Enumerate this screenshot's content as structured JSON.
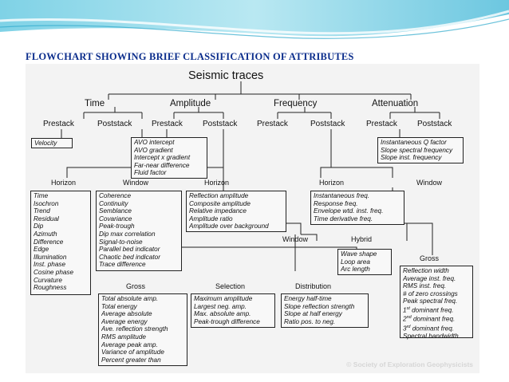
{
  "slide_title": "FLOWCHART SHOWING BRIEF CLASSIFICATION OF ATTRIBUTES",
  "root": "Seismic traces",
  "categories": [
    "Time",
    "Amplitude",
    "Frequency",
    "Attenuation"
  ],
  "split": {
    "prestack": "Prestack",
    "poststack": "Poststack"
  },
  "labels": {
    "horizon": "Horizon",
    "window": "Window",
    "hybrid": "Hybrid",
    "gross": "Gross",
    "selection": "Selection",
    "distribution": "Distribution"
  },
  "boxes": {
    "time_pre": [
      "Velocity"
    ],
    "amp_pre": [
      "AVO intercept",
      "AVO gradient",
      "Intercept x gradient",
      "Far-near difference",
      "Fluid factor"
    ],
    "att_post": [
      "Instantaneous Q factor",
      "Slope spectral frequency",
      "Slope inst. frequency"
    ],
    "time_horizon": [
      "Time",
      "Isochron",
      "Trend",
      "Residual",
      "Dip",
      "Azimuth",
      "Difference",
      "Edge",
      "Illumination",
      "Inst. phase",
      "Cosine phase",
      "Curvature",
      "Roughness"
    ],
    "time_window": [
      "Coherence",
      "Continuity",
      "Semblance",
      "Covariance",
      "Peak-trough",
      "Dip max correlation",
      "Signal-to-noise",
      "Parallel bed indicator",
      "Chaotic bed indicator",
      "Trace difference"
    ],
    "amp_horizon": [
      "Reflection amplitude",
      "Composite amplitude",
      "Relative impedance",
      "Amplitude ratio",
      "Amplitude over background"
    ],
    "freq_horizon": [
      "Instantaneous freq.",
      "Response freq.",
      "Envelope wtd. inst. freq.",
      "Time derivative freq."
    ],
    "hybrid": [
      "Wave shape",
      "Loop area",
      "Arc length"
    ],
    "freq_gross": [
      "Reflection width",
      "Average inst. freq.",
      "RMS inst. freq.",
      "# of zero crossings",
      "Peak spectral freq.",
      "1st dominant freq.",
      "2nd dominant freq.",
      "3rd dominant freq.",
      "Spectral bandwidth"
    ],
    "amp_gross": [
      "Total absolute amp.",
      "Total energy",
      "Average absolute",
      "Average energy",
      "Ave. reflection strength",
      "RMS amplitude",
      "Average peak amp.",
      "Variance of amplitude",
      "Percent greater than"
    ],
    "amp_selection": [
      "Maximum amplitude",
      "Largest neg. amp.",
      "Max. absolute amp.",
      "Peak-trough difference"
    ],
    "amp_distribution": [
      "Energy half-time",
      "Slope reflection strength",
      "Slope at half energy",
      "Ratio pos. to neg."
    ]
  },
  "credit": "© Society of Exploration Geophysicists"
}
